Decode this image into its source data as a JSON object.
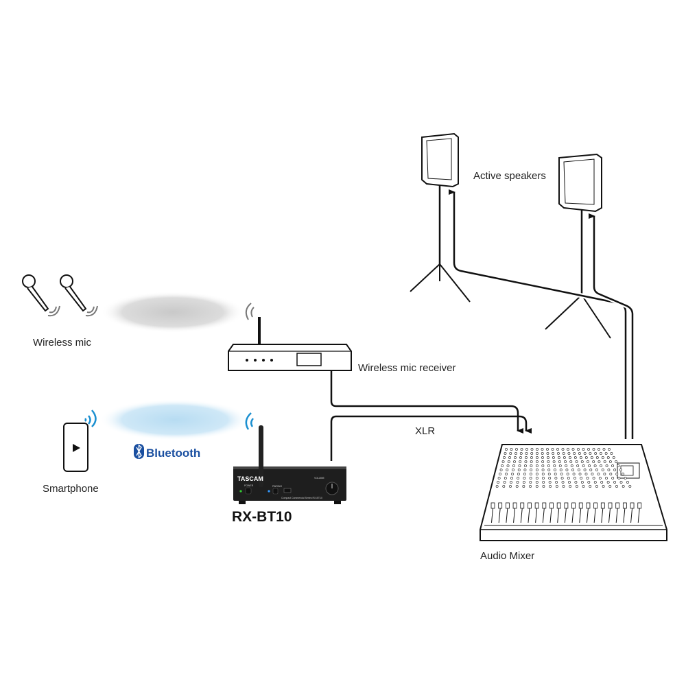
{
  "labels": {
    "active_speakers": "Active speakers",
    "wireless_mic": "Wireless mic",
    "wireless_mic_receiver": "Wireless mic receiver",
    "xlr": "XLR",
    "smartphone": "Smartphone",
    "bluetooth": "Bluetooth",
    "rx_bt10": "RX-BT10",
    "audio_mixer": "Audio Mixer"
  },
  "device": {
    "brand": "TASCAM",
    "power": "POWER",
    "pairing": "PAIRING",
    "volume": "VOLUME",
    "series": "Compact Commercial Series  RX-BT10"
  },
  "colors": {
    "wifi_blue": "#1a8fd0",
    "bluetooth_blue": "#1a4fa0",
    "cable": "#111111"
  }
}
